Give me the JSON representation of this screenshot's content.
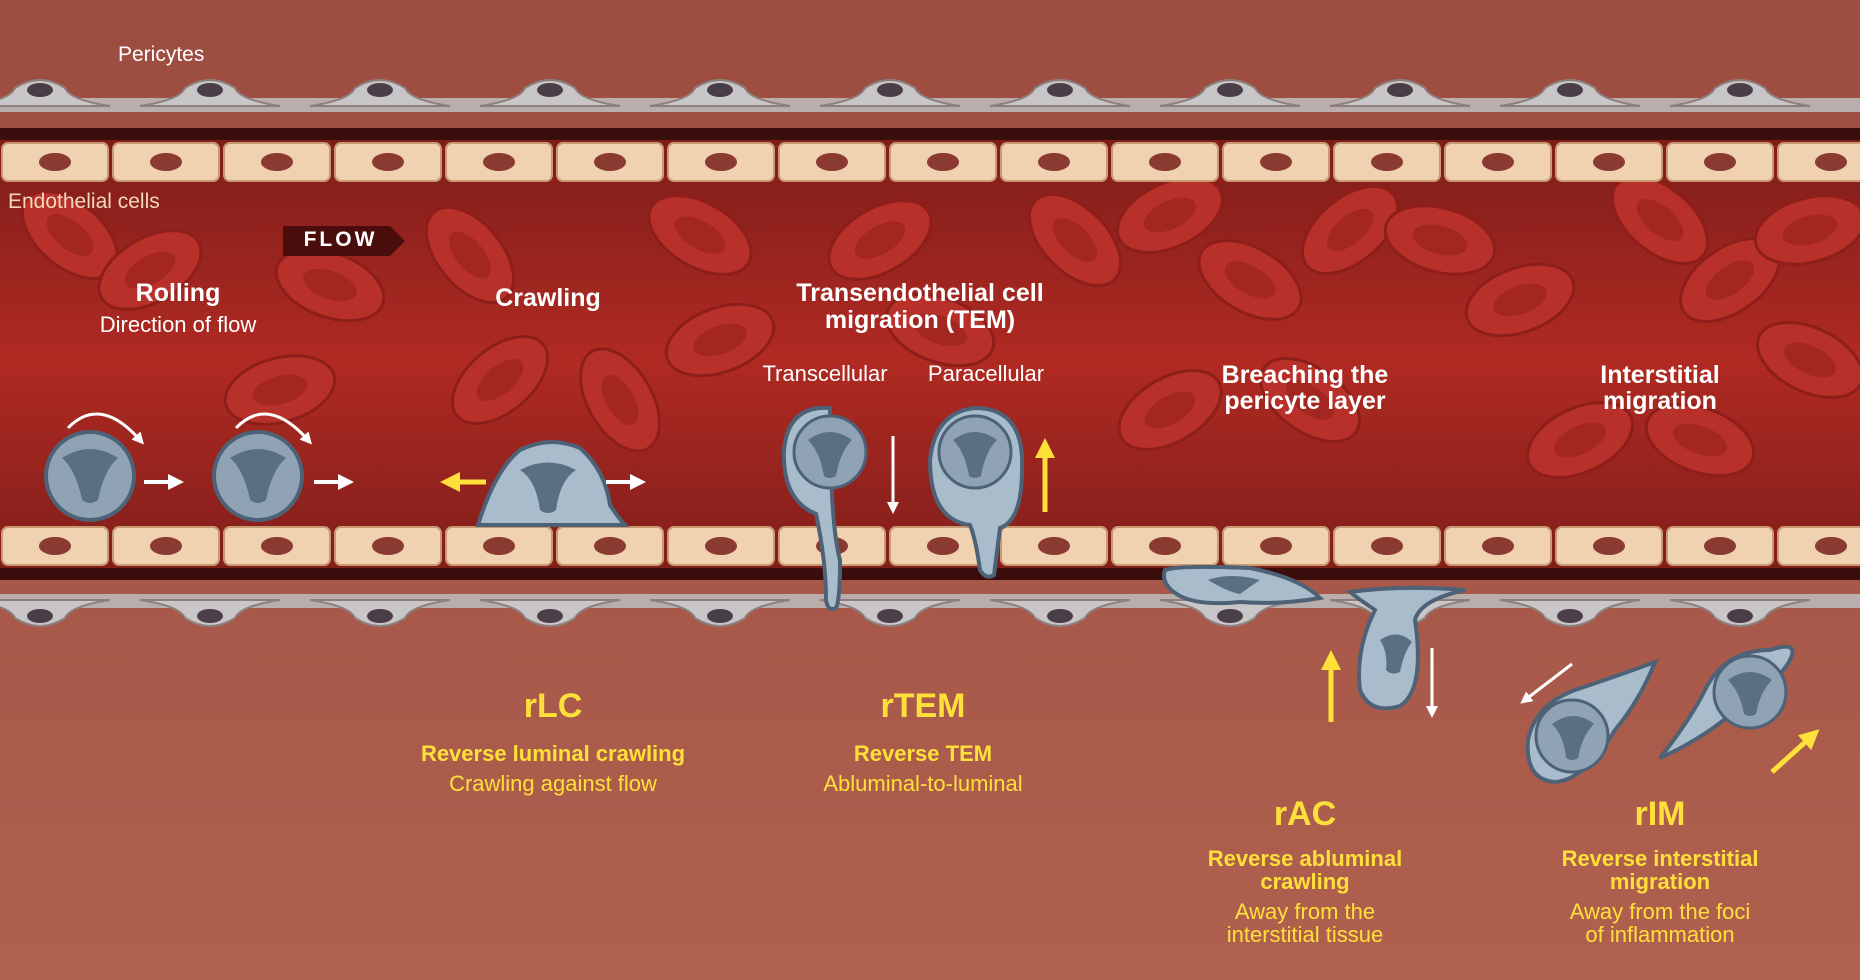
{
  "labels": {
    "pericytes": "Pericytes",
    "endothelial": "Endothelial cells",
    "flow": "FLOW",
    "rolling": "Rolling",
    "rolling_sub": "Direction of flow",
    "crawling": "Crawling",
    "tem_line1": "Transendothelial cell",
    "tem_line2": "migration (TEM)",
    "transcellular": "Transcellular",
    "paracellular": "Paracellular",
    "breach_line1": "Breaching the",
    "breach_line2": "pericyte layer",
    "interstitial_line1": "Interstitial",
    "interstitial_line2": "migration"
  },
  "reverse": {
    "rlc": {
      "abbr": "rLC",
      "name": "Reverse luminal crawling",
      "desc": "Crawling against flow"
    },
    "rtem": {
      "abbr": "rTEM",
      "name": "Reverse TEM",
      "desc": "Abluminal-to-luminal"
    },
    "rac": {
      "abbr": "rAC",
      "name_line1": "Reverse abluminal",
      "name_line2": "crawling",
      "desc_line1": "Away from the",
      "desc_line2": "interstitial tissue"
    },
    "rim": {
      "abbr": "rIM",
      "name_line1": "Reverse interstitial",
      "name_line2": "migration",
      "desc_line1": "Away from the foci",
      "desc_line2": "of inflammation"
    }
  },
  "colors": {
    "tissue": "#a95a4a",
    "blood": "#a8281f",
    "rbc": "#b8302a",
    "endothelial": "#f0d2b0",
    "nucleus": "#8a3a30",
    "pericyte": "#c8c6c6",
    "leukocyte": "#8fa3b5",
    "arrow_white": "#ffffff",
    "arrow_yellow": "#ffe03a",
    "label_yellow": "#ffe03a"
  }
}
